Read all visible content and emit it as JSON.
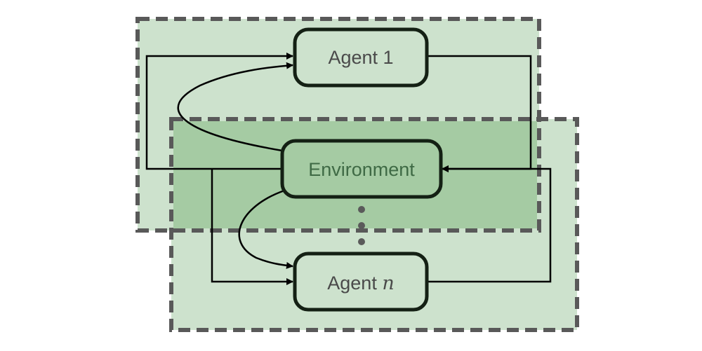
{
  "colors": {
    "group_fill": "#cde2cd",
    "overlap_fill": "#a5cba3",
    "group_border": "#595959",
    "node_fill": "#cde2cd",
    "env_fill": "#a5cba3",
    "node_border": "#142014",
    "arrow": "#000000",
    "dots": "#5a5a5a"
  },
  "nodes": {
    "agent_top": {
      "label": "Agent 1"
    },
    "environment": {
      "label": "Environment"
    },
    "agent_bottom": {
      "label_prefix": "Agent ",
      "label_var": "n"
    }
  }
}
